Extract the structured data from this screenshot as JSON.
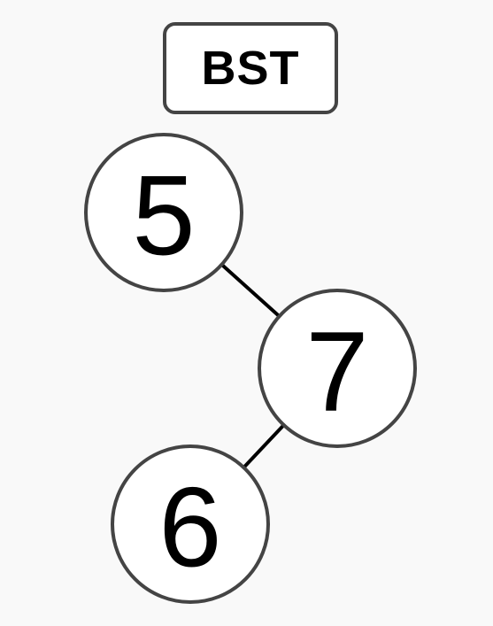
{
  "title": "BST",
  "nodes": [
    {
      "id": "n5",
      "label": "5"
    },
    {
      "id": "n7",
      "label": "7"
    },
    {
      "id": "n6",
      "label": "6"
    }
  ],
  "edges": [
    {
      "from": "n5",
      "to": "n7"
    },
    {
      "from": "n7",
      "to": "n6"
    }
  ],
  "colors": {
    "background": "#f9f9f9",
    "node_fill": "#ffffff",
    "node_stroke": "#444444",
    "edge": "#000000",
    "text": "#000000"
  }
}
